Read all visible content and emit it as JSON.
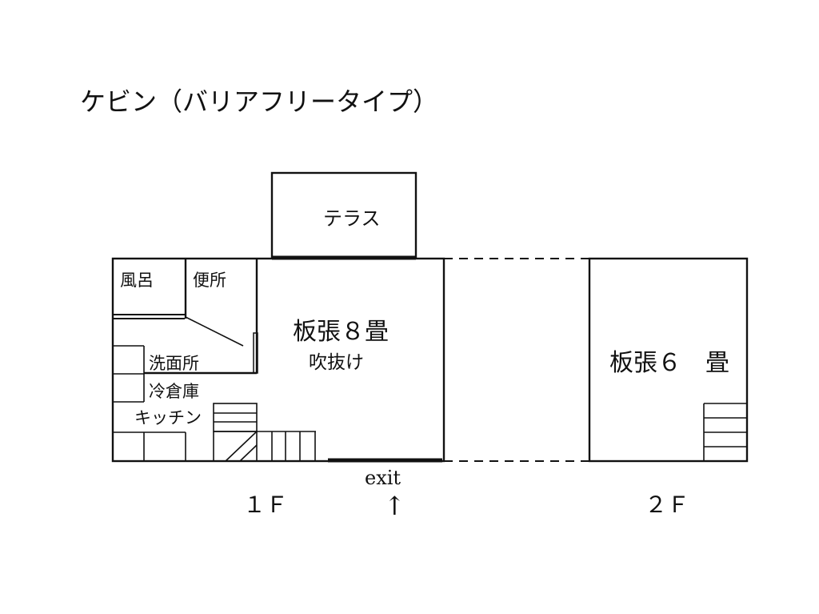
{
  "title": "ケビン（バリアフリータイプ）",
  "rooms": {
    "terrace": "テラス",
    "bath": "風呂",
    "toilet": "便所",
    "washroom": "洗面所",
    "fridge": "冷倉庫",
    "kitchen": "キッチン",
    "main_room": "板張８畳",
    "atrium": "吹抜け",
    "upper_room": "板張６　畳"
  },
  "labels": {
    "exit": "exit",
    "exit_arrow": "↑",
    "floor1": "１Ｆ",
    "floor2": "２Ｆ"
  }
}
